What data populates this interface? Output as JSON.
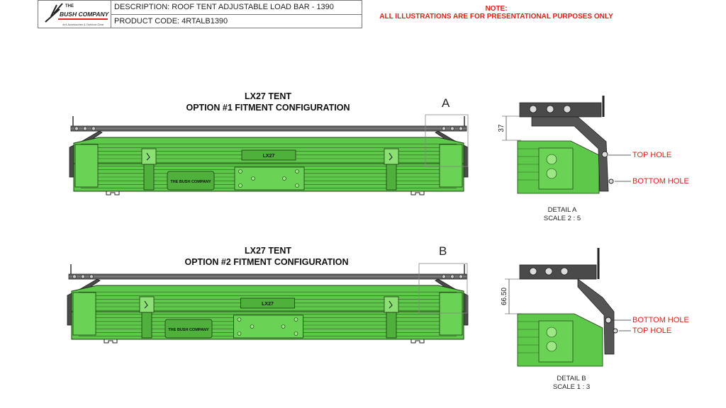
{
  "title_block": {
    "logo_text": "THE BUSH COMPANY",
    "logo_tagline": "4x4 Accessories & Outdoor Gear",
    "description": "DESCRIPTION: ROOF TENT ADJUSTABLE LOAD BAR - 1390",
    "product_code": "PRODUCT CODE: 4RTALB1390"
  },
  "note": {
    "heading": "NOTE:",
    "text": "ALL ILLUSTRATIONS ARE FOR PRESENTATIONAL PURPOSES ONLY"
  },
  "views": [
    {
      "tent": "LX27 TENT",
      "config": "OPTION #1 FITMENT CONFIGURATION",
      "detail_letter": "A",
      "plate_label": "LX27"
    },
    {
      "tent": "LX27 TENT",
      "config": "OPTION #2 FITMENT CONFIGURATION",
      "detail_letter": "B",
      "plate_label": "LX27"
    }
  ],
  "details": [
    {
      "dimension": "37",
      "labels": [
        "TOP HOLE",
        "BOTTOM HOLE"
      ],
      "name": "DETAIL A",
      "scale": "SCALE 2 : 5"
    },
    {
      "dimension": "66.50",
      "labels": [
        "BOTTOM HOLE",
        "TOP HOLE"
      ],
      "name": "DETAIL B",
      "scale": "SCALE 1 : 3"
    }
  ],
  "colors": {
    "accent_red": "#e0201c",
    "tent_green": "#5ec84b",
    "bracket_gray": "#4a4a4a"
  }
}
